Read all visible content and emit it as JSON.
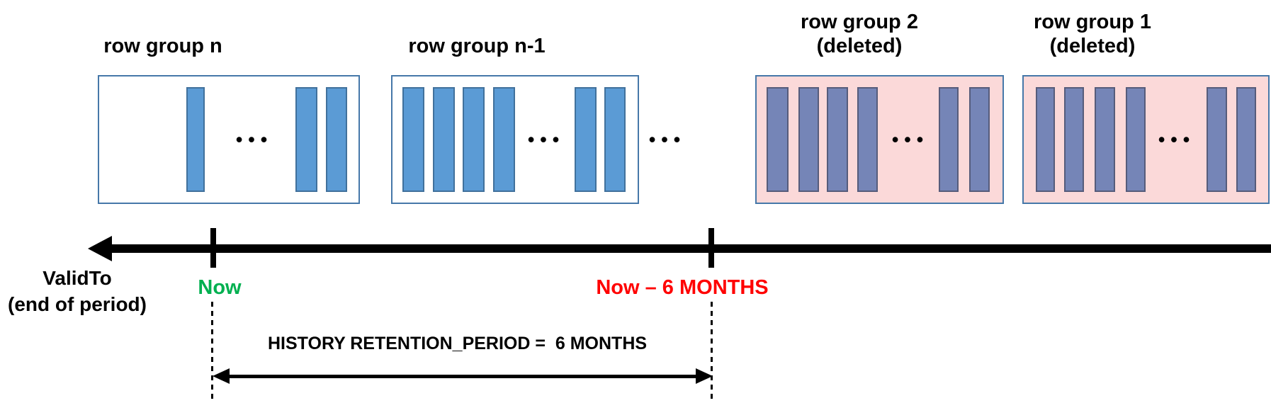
{
  "diagram": {
    "row_groups": [
      {
        "label": "row group n",
        "sublabel": ""
      },
      {
        "label": "row group n-1",
        "sublabel": ""
      },
      {
        "label": "row group 2",
        "sublabel": "(deleted)"
      },
      {
        "label": "row group 1",
        "sublabel": "(deleted)"
      }
    ],
    "ellipsis": "•••",
    "timeline": {
      "axis_title": "ValidTo",
      "axis_subtitle": "(end of period)",
      "now_label": "Now",
      "cutoff_label": "Now – 6 MONTHS",
      "retention_label": "HISTORY RETENTION_PERIOD =  6 MONTHS"
    },
    "colors": {
      "active_bar_fill": "#5B9BD5",
      "active_bar_border": "#41719C",
      "box_border": "#4678A9",
      "deleted_box_fill": "#FBD9D9",
      "deleted_bar_fill": "#7585B7",
      "deleted_bar_border": "#565C7B",
      "now_label_color": "#00B050",
      "cutoff_label_color": "#FF0000"
    }
  }
}
